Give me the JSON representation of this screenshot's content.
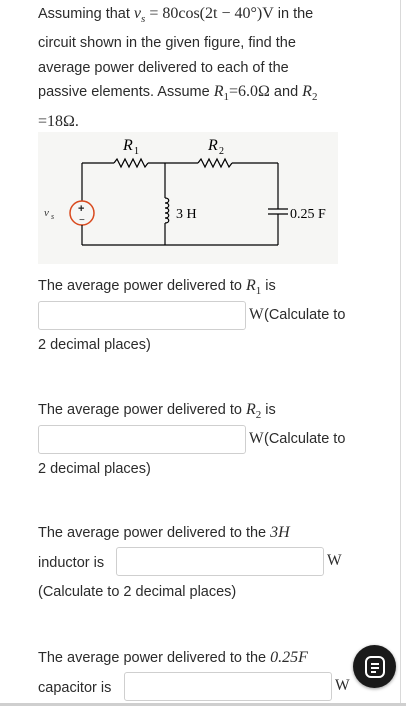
{
  "question": {
    "line1_pre": "Assuming that ",
    "vs_symbol": "v",
    "vs_sub": "s",
    "vs_expr": " = 80cos(2t − 40°)V",
    "line1_post": " in the",
    "line2": "circuit shown in the given figure, find the",
    "line3": "average power delivered to each of the",
    "line4_pre": "passive elements. Assume ",
    "r1_symbol": "R",
    "r1_sub": "1",
    "r1_value": "=6.0Ω",
    "and": " and ",
    "r2_symbol": "R",
    "r2_sub": "2",
    "line5": "=18Ω."
  },
  "circuit": {
    "r1_label": "R",
    "r1_sub": "1",
    "r2_label": "R",
    "r2_sub": "2",
    "vs_label": "v",
    "vs_sub": "s",
    "plus_sign": "+",
    "minus_sign": "−",
    "inductor_label": "3 H",
    "capacitor_label": "0.25 F"
  },
  "q1": {
    "text": "The average power delivered to ",
    "sym": "R",
    "sub": "1",
    "is": " is",
    "unit": "W",
    "calc": " (Calculate to",
    "tail": "2 decimal places)",
    "value": ""
  },
  "q2": {
    "text": "The average power delivered to ",
    "sym": "R",
    "sub": "2",
    "is": " is",
    "unit": "W",
    "calc": " (Calculate to",
    "tail": "2 decimal places)",
    "value": ""
  },
  "q3": {
    "text": "The average power delivered to the ",
    "sym": "3H",
    "line2": "inductor is",
    "unit": "W",
    "tail": "(Calculate to 2 decimal places)",
    "value": ""
  },
  "q4": {
    "text": "The average power delivered to the ",
    "sym": "0.25F",
    "line2": "capacitor is",
    "unit": "W",
    "value": ""
  },
  "fab_icon": "list-doc-icon"
}
